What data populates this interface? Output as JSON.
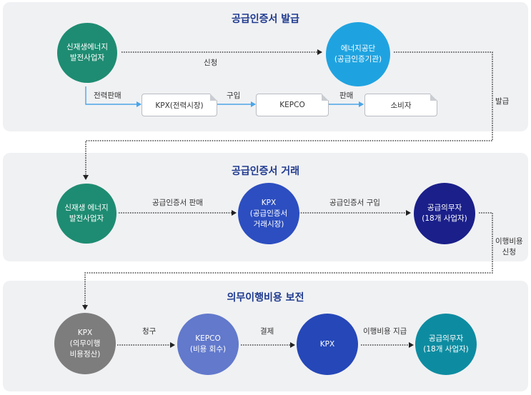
{
  "colors": {
    "panel_bg": "#f0f1f3",
    "title": "#1f3a8f",
    "green": "#1e8c72",
    "sky": "#1fa3e0",
    "blue": "#2c4ec0",
    "navy": "#1a1f8a",
    "teal": "#0d8ca1",
    "gray": "#7d7d7d",
    "periwinkle": "#6279cc",
    "royal": "#2547b8",
    "arrow_blue": "#4aa5e8"
  },
  "sections": {
    "issue": {
      "title": "공급인증서 발급",
      "producer": "신재생에너지\n발전사업자",
      "agency": "에너지공단\n(공급인증기관)",
      "request_label": "신청",
      "power_sale_label": "전력판매",
      "kpx_market": "KPX(전력시장)",
      "buy_label": "구입",
      "kepco": "KEPCO",
      "sell_label": "판매",
      "consumer": "소비자",
      "issue_label": "발급"
    },
    "trade": {
      "title": "공급인증서 거래",
      "producer": "신재생 에너지\n발전사업자",
      "sale_label": "공급인증서 판매",
      "kpx": "KPX\n(공급인증서\n거래시장)",
      "purchase_label": "공급인증서 구입",
      "obligor": "공급의무자\n(18개 사업자)",
      "cost_request_label": "이행비용\n신청"
    },
    "compensation": {
      "title": "의무이행비용 보전",
      "kpx_settle": "KPX\n(의무이행\n비용정산)",
      "claim_label": "청구",
      "kepco": "KEPCO\n(비용 회수)",
      "settle_label": "결제",
      "kpx": "KPX",
      "pay_label": "이행비용 지급",
      "obligor": "공급의무자\n(18개 사업자)"
    }
  }
}
